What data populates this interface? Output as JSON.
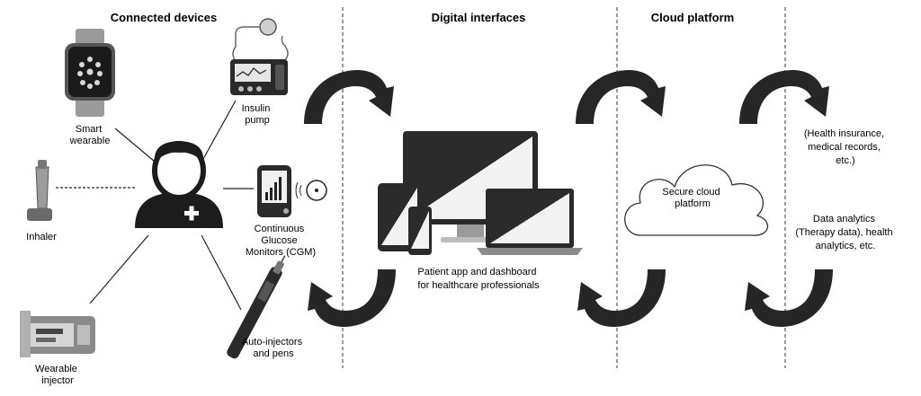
{
  "headers": {
    "devices": "Connected devices",
    "interfaces": "Digital interfaces",
    "cloud": "Cloud platform"
  },
  "devices": {
    "smart_wearable": [
      "Smart",
      "wearable"
    ],
    "insulin_pump": [
      "Insulin",
      "pump"
    ],
    "inhaler": [
      "Inhaler"
    ],
    "cgm": [
      "Continuous",
      "Glucose",
      "Monitors (CGM)"
    ],
    "wearable_injector": [
      "Wearable",
      "injector"
    ],
    "auto_injectors": [
      "Auto-injectors",
      "and pens"
    ]
  },
  "interfaces_caption": [
    "Patient app and dashboard",
    "for healthcare professionals"
  ],
  "cloud_label": [
    "Secure cloud",
    "platform"
  ],
  "right": {
    "insurance": [
      "(Health insurance,",
      "medical records,",
      "etc.)"
    ],
    "analytics": [
      "Data analytics",
      "(Therapy data), health",
      "analytics, etc."
    ]
  }
}
